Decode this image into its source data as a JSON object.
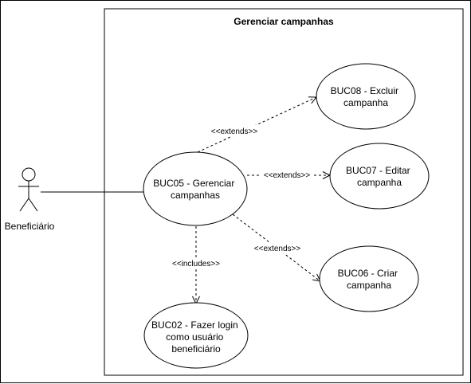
{
  "system": {
    "title": "Gerenciar campanhas"
  },
  "actor": {
    "label": "Beneficiário"
  },
  "use_cases": {
    "buc05": {
      "lines": [
        "BUC05 - Gerenciar",
        "campanhas"
      ]
    },
    "buc08": {
      "lines": [
        "BUC08 - Excluir",
        "campanha"
      ]
    },
    "buc07": {
      "lines": [
        "BUC07 - Editar",
        "campanha"
      ]
    },
    "buc06": {
      "lines": [
        "BUC06 - Criar",
        "campanha"
      ]
    },
    "buc02": {
      "lines": [
        "BUC02 - Fazer login",
        "como usuário",
        "beneficiário"
      ]
    }
  },
  "relations": {
    "extends_buc08": "<<extends>>",
    "extends_buc07": "<<extends>>",
    "extends_buc06": "<<extends>>",
    "includes_buc02": "<<includes>>"
  },
  "colors": {
    "stroke": "#000000",
    "fill": "#ffffff",
    "background": "#ffffff"
  }
}
